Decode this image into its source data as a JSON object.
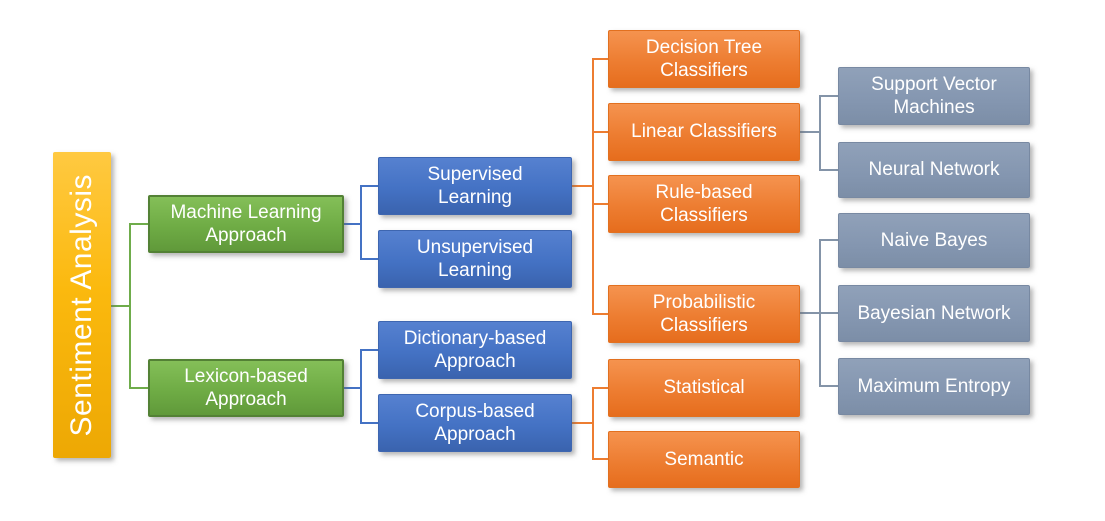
{
  "palette": {
    "background": "#FFFFFF",
    "root_gold": "#F7B310",
    "level1_green": "#70AD47",
    "level2_blue": "#4472C4",
    "level3_orange": "#ED7D31",
    "level4_gray": "#8496B0",
    "connector_green": "#6FAC4B",
    "connector_blue": "#4472C4",
    "connector_orange": "#ED7D31",
    "connector_gray": "#8494A8",
    "text": "#FFFFFF"
  },
  "nodes": {
    "sentiment": {
      "label": "Sentiment Analysis"
    },
    "machine_learning": {
      "label": "Machine Learning\nApproach"
    },
    "lexicon_based": {
      "label": "Lexicon-based\nApproach"
    },
    "supervised": {
      "label": "Supervised\nLearning"
    },
    "unsupervised": {
      "label": "Unsupervised\nLearning"
    },
    "dictionary_based": {
      "label": "Dictionary-based\nApproach"
    },
    "corpus_based": {
      "label": "Corpus-based\nApproach"
    },
    "decision_tree": {
      "label": "Decision Tree\nClassifiers"
    },
    "linear": {
      "label": "Linear Classifiers"
    },
    "rule_based": {
      "label": "Rule-based\nClassifiers"
    },
    "probabilistic": {
      "label": "Probabilistic\nClassifiers"
    },
    "statistical": {
      "label": "Statistical"
    },
    "semantic": {
      "label": "Semantic"
    },
    "svm": {
      "label": "Support Vector\nMachines"
    },
    "neural": {
      "label": "Neural Network"
    },
    "naive_bayes": {
      "label": "Naive Bayes"
    },
    "bayesian": {
      "label": "Bayesian Network"
    },
    "max_entropy": {
      "label": "Maximum Entropy"
    }
  }
}
